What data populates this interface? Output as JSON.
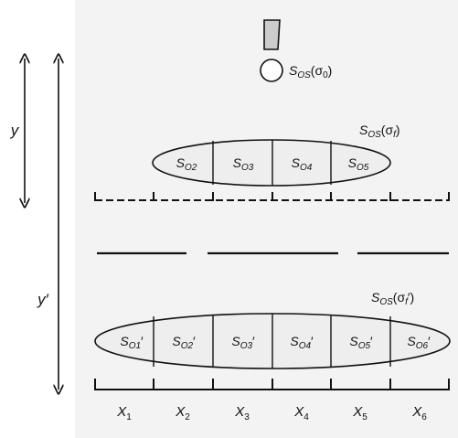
{
  "diagram": {
    "source_label": "S_OS(σ_0)",
    "top_spread_label": "S_OS(σ_f)",
    "bottom_spread_label": "S_OS(σ_f′)",
    "axis_y": "y",
    "axis_y_prime": "y′",
    "top_cells": [
      "S_O2",
      "S_O3",
      "S_O4",
      "S_O5"
    ],
    "bottom_cells": [
      "S_O1′",
      "S_O2′",
      "S_O3′",
      "S_O4′",
      "S_O5′",
      "S_O6′"
    ],
    "x_labels": [
      "X1",
      "X2",
      "X3",
      "X4",
      "X5",
      "X6"
    ]
  },
  "colors": {
    "panel_bg": "#f3f3f3",
    "ellipse_fill": "#eeeeee",
    "stroke": "#111111",
    "probe_fill": "#cccccc"
  }
}
